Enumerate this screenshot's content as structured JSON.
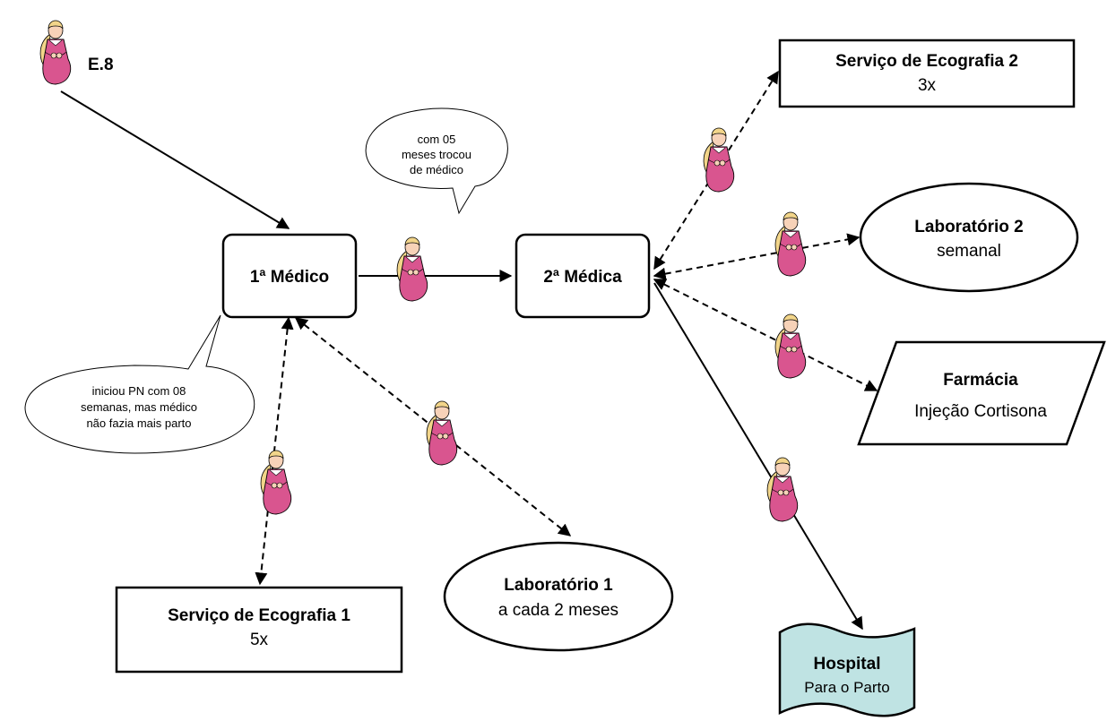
{
  "patient_label": "E.8",
  "nodes": {
    "medico1": {
      "label": "1ª Médico"
    },
    "medica2": {
      "label": "2ª Médica"
    },
    "ecografia1": {
      "title": "Serviço de Ecografia 1",
      "subtitle": "5x"
    },
    "ecografia2": {
      "title": "Serviço de Ecografia 2",
      "subtitle": "3x"
    },
    "laboratorio1": {
      "title": "Laboratório 1",
      "subtitle": "a cada 2 meses"
    },
    "laboratorio2": {
      "title": "Laboratório 2",
      "subtitle": "semanal"
    },
    "farmacia": {
      "title": "Farmácia",
      "subtitle": "Injeção Cortisona"
    },
    "hospital": {
      "title": "Hospital",
      "subtitle": "Para o Parto"
    }
  },
  "callouts": {
    "troca_medico": [
      "com 05",
      "meses trocou",
      "de médico"
    ],
    "inicio_pn": [
      "iniciou PN com 08",
      "semanas, mas médico",
      "não fazia mais parto"
    ]
  },
  "colors": {
    "dress": "#d9558f",
    "hair": "#f2d58a",
    "skin": "#f7d2b8",
    "hospital_fill": "#bfe3e3",
    "line": "#000000"
  },
  "icons": [
    "pregnant-woman-icon"
  ]
}
